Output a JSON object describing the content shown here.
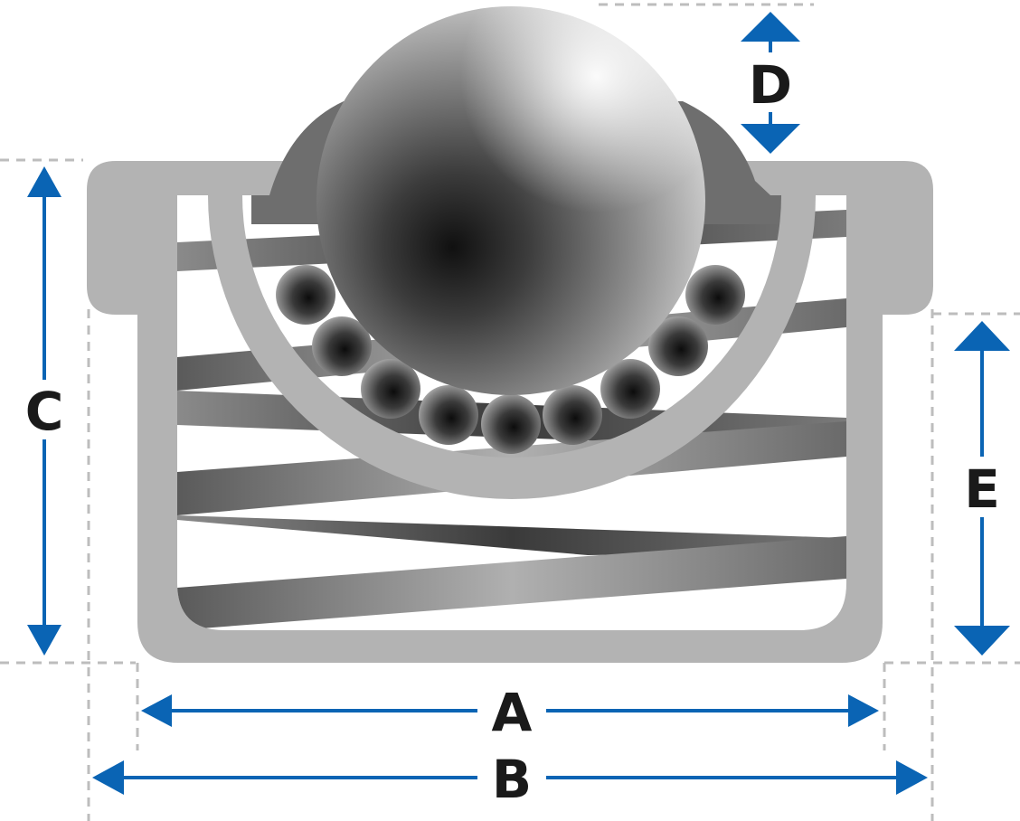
{
  "labels": {
    "a": "A",
    "b": "B",
    "c": "C",
    "d": "D",
    "e": "E"
  },
  "colors": {
    "dimension_arrow": "#0a64b4",
    "housing": "#b3b3b3",
    "seat": "#6e6e6e",
    "guide_line": "#bdbdbd",
    "label_text": "#1a1a1a"
  }
}
